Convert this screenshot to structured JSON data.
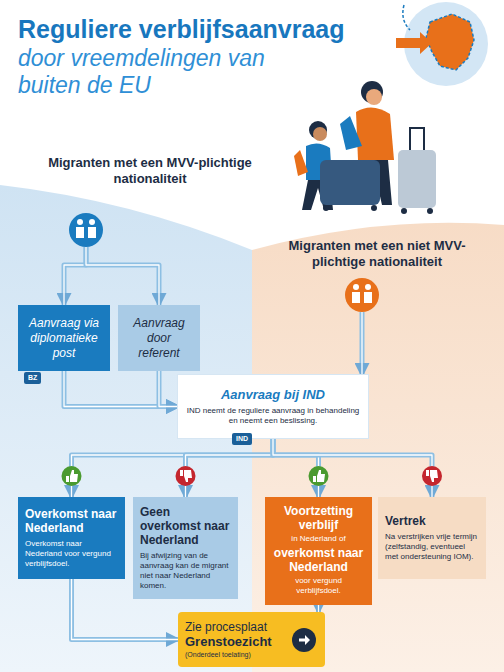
{
  "diagram": {
    "title": "Reguliere verblijfsaanvraag",
    "nodes": [
      {
        "text": [
          "Migranten met een MVV-plichtige nationaliteit"
        ]
      },
      {
        "text": [
          "Aanvraag via diplomatieke post"
        ]
      },
      {
        "text": [
          "Aanvraag door referent"
        ]
      },
      {
        "text": [
          "Migranten met een niet MVV-plichtige nationaliteit"
        ]
      },
      {
        "text": [
          "Aanvraag bij IND",
          "IND neemt de reguliere aanvraag in behandeling en neemt een beslissing."
        ]
      },
      {
        "text": [
          "Overkomst naar Nederland",
          "Overkomst naar Nederland voor vergund verblijfsdoel."
        ]
      },
      {
        "text": [
          "Geen overkomst naar Nederland",
          "Bij afwijzing van de aanvraag kan de migrant niet naar Nederland komen."
        ]
      },
      {
        "text": [
          "Voortzetting verblijf",
          "in Nederland of",
          "overkomst naar Nederland",
          "voor vergund verblijfsdoel."
        ]
      },
      {
        "text": [
          "Vertrek",
          "Na verstrijken vrije termijn (zelfstandig, eventueel met ondersteuning IOM)."
        ]
      },
      {
        "text": [
          "Zie procesplaat",
          "Grenstoezicht",
          "(Onderdeel toelating)"
        ]
      }
    ],
    "edges": [
      {
        "from": 0,
        "to": 1,
        "arrow": "to"
      },
      {
        "from": 0,
        "to": 2,
        "arrow": "to"
      },
      {
        "from": 1,
        "to": 4,
        "arrow": "to"
      },
      {
        "from": 2,
        "to": 4,
        "arrow": "to"
      },
      {
        "from": 3,
        "to": 4,
        "arrow": "to"
      },
      {
        "from": 4,
        "to": 5,
        "arrow": "to"
      },
      {
        "from": 4,
        "to": 6,
        "arrow": "to"
      },
      {
        "from": 4,
        "to": 7,
        "arrow": "to"
      },
      {
        "from": 4,
        "to": 8,
        "arrow": "to"
      },
      {
        "from": 5,
        "to": 9,
        "arrow": "to"
      },
      {
        "from": 7,
        "to": 9,
        "arrow": "to"
      }
    ],
    "labels": [
      "door vreemdelingen van buiten de EU",
      "BZ",
      "IND"
    ]
  }
}
